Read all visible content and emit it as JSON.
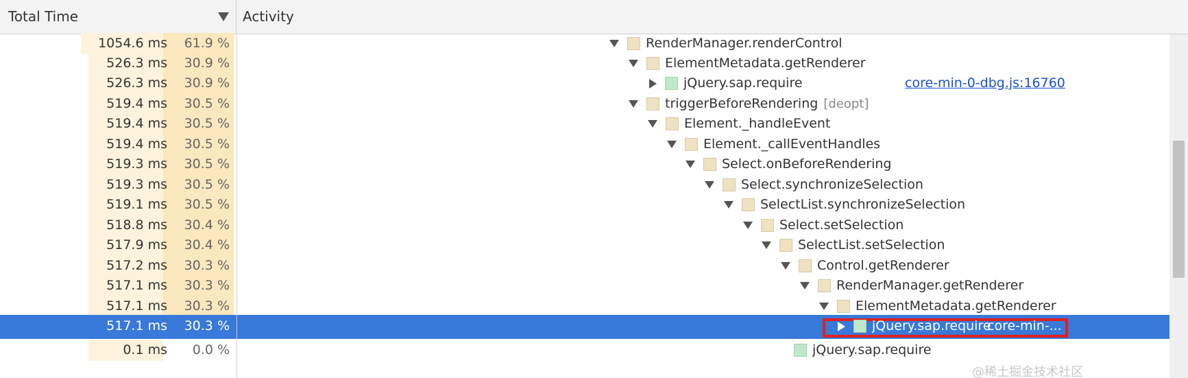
{
  "header": {
    "total_time_label": "Total Time",
    "activity_label": "Activity"
  },
  "rows": [
    {
      "ms": "1054.6 ms",
      "pct": "61.9 %",
      "name": "RenderManager.renderControl",
      "expanded": true
    },
    {
      "ms": "526.3 ms",
      "pct": "30.9 %",
      "name": "ElementMetadata.getRenderer",
      "expanded": true
    },
    {
      "ms": "526.3 ms",
      "pct": "30.9 %",
      "name": "jQuery.sap.require",
      "expanded": false,
      "link": "core-min-0-dbg.js:16760"
    },
    {
      "ms": "519.4 ms",
      "pct": "30.5 %",
      "name": "triggerBeforeRendering",
      "tag": "[deopt]",
      "expanded": true
    },
    {
      "ms": "519.4 ms",
      "pct": "30.5 %",
      "name": "Element._handleEvent",
      "expanded": true
    },
    {
      "ms": "519.4 ms",
      "pct": "30.5 %",
      "name": "Element._callEventHandles",
      "expanded": true
    },
    {
      "ms": "519.3 ms",
      "pct": "30.5 %",
      "name": "Select.onBeforeRendering",
      "expanded": true
    },
    {
      "ms": "519.3 ms",
      "pct": "30.5 %",
      "name": "Select.synchronizeSelection",
      "expanded": true
    },
    {
      "ms": "519.1 ms",
      "pct": "30.5 %",
      "name": "SelectList.synchronizeSelection",
      "expanded": true
    },
    {
      "ms": "518.8 ms",
      "pct": "30.4 %",
      "name": "Select.setSelection",
      "expanded": true
    },
    {
      "ms": "517.9 ms",
      "pct": "30.4 %",
      "name": "SelectList.setSelection",
      "expanded": true
    },
    {
      "ms": "517.2 ms",
      "pct": "30.3 %",
      "name": "Control.getRenderer",
      "expanded": true
    },
    {
      "ms": "517.1 ms",
      "pct": "30.3 %",
      "name": "RenderManager.getRenderer",
      "expanded": true
    },
    {
      "ms": "517.1 ms",
      "pct": "30.3 %",
      "name": "ElementMetadata.getRenderer",
      "expanded": true
    },
    {
      "ms": "517.1 ms",
      "pct": "30.3 %",
      "name": "jQuery.sap.require",
      "expanded": false,
      "link": "core-min-...",
      "selected": true
    },
    {
      "ms": "0.1 ms",
      "pct": "0.0 %",
      "name": "jQuery.sap.require",
      "expanded": false
    }
  ],
  "watermark": "@稀土掘金技术社区",
  "colors": {
    "selected_row": "#3879d9",
    "highlight_border": "#e02020",
    "link": "#1a4fd8"
  }
}
